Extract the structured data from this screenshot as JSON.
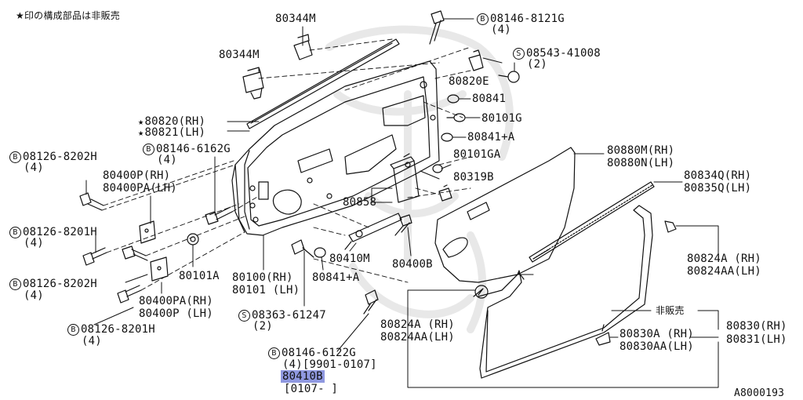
{
  "note": {
    "star": "★",
    "text": "印の構成部品は非販売"
  },
  "hidden_text_1": "非販売",
  "figure_id": "A8000193",
  "labels": {
    "l80344M_top": "80344M",
    "l80344M_left": "80344M",
    "l08146_8121G": "08146-8121G",
    "l08146_8121G_q": "(4)",
    "l08543_41008": "08543-41008",
    "l08543_41008_q": "(2)",
    "l80820E": "80820E",
    "l80841_a": "80841",
    "l80101G": "80101G",
    "l80841_plus_a": "80841+A",
    "l80820RH": "80820(RH)",
    "l80821LH": "80821(LH)",
    "l08126_8202H_a": "08126-8202H",
    "l08126_8202H_a_q": "(4)",
    "l08146_6162G": "08146-6162G",
    "l08146_6162G_q": "(4)",
    "l80400P_RH": "80400P(RH)",
    "l80400PA_LH": "80400PA(LH)",
    "l08126_8201H_a": "08126-8201H",
    "l08126_8201H_a_q": "(4)",
    "l08126_8202H_b": "08126-8202H",
    "l08126_8202H_b_q": "(4)",
    "l80101A": "80101A",
    "l80400PA_RH": "80400PA(RH)",
    "l80400P_LH": "80400P (LH)",
    "l08126_8201H_b": "08126-8201H",
    "l08126_8201H_b_q": "(4)",
    "l80100RH": "80100(RH)",
    "l80101LH": "80101 (LH)",
    "l80841_plus_a_b": "80841+A",
    "l08363_61247": "08363-61247",
    "l08363_61247_q": "(2)",
    "l80858": "80858",
    "l80410M": "80410M",
    "l80400B": "80400B",
    "l80101GA": "80101GA",
    "l80319B": "80319B",
    "l80880M_RH": "80880M(RH)",
    "l80880N_LH": "80880N(LH)",
    "l80834Q_RH": "80834Q(RH)",
    "l80835Q_LH": "80835Q(LH)",
    "l80824A_RH_r": "80824A (RH)",
    "l80824AA_LH_r": "80824AA(LH)",
    "l80824A_RH_c": "80824A (RH)",
    "l80824AA_LH_c": "80824AA(LH)",
    "l80830A_RH": "80830A (RH)",
    "l80830AA_LH": "80830AA(LH)",
    "l80830RH": "80830(RH)",
    "l80831LH": "80831(LH)",
    "l08146_6122G": "08146-6122G",
    "l08146_6122G_q": "(4)[9901-0107]",
    "l80410B": "80410B",
    "l80410B_range": "[0107-    ]",
    "bolt_prefix": "B",
    "screw_prefix": "S"
  }
}
